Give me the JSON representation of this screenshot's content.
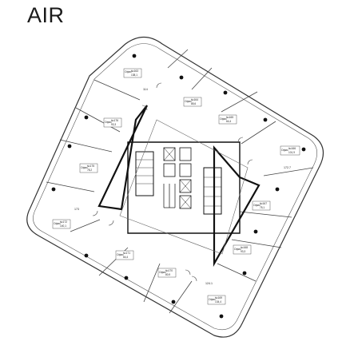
{
  "header": {
    "brand": "AIR"
  },
  "plan": {
    "offices": [
      {
        "name": "Офис",
        "number": "№163",
        "area": "138,1"
      },
      {
        "name": "Офис",
        "number": "№164",
        "area": "85,6"
      },
      {
        "name": "Офис",
        "number": "№165",
        "area": "64,4"
      },
      {
        "name": "Офис",
        "number": "№166",
        "area": "101,9"
      },
      {
        "name": "Офис",
        "number": "№167",
        "area": "75,1"
      },
      {
        "name": "Офис",
        "number": "№168",
        "area": "93,3"
      },
      {
        "name": "Офис",
        "number": "№169",
        "area": "134,4"
      },
      {
        "name": "Офис",
        "number": "№170",
        "area": "80,9"
      },
      {
        "name": "Офис",
        "number": "№171",
        "area": "64,4"
      },
      {
        "name": "Офис",
        "number": "№172",
        "area": "140,1"
      },
      {
        "name": "Офис",
        "number": "№175",
        "area": "78,2"
      },
      {
        "name": "Офис",
        "number": "№176",
        "area": "93,3"
      }
    ],
    "free_labels": [
      {
        "text": "114"
      },
      {
        "text": "172.7"
      },
      {
        "text": "124.1"
      },
      {
        "text": "173"
      }
    ]
  }
}
